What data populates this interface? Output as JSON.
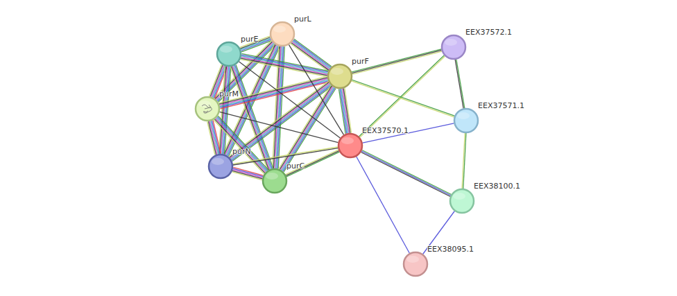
{
  "diagram": {
    "nodes": [
      {
        "text": [
          "purL"
        ]
      },
      {
        "text": [
          "purE"
        ]
      },
      {
        "text": [
          "EEX37572.1"
        ]
      },
      {
        "text": [
          "purF"
        ]
      },
      {
        "text": [
          "purM"
        ]
      },
      {
        "text": [
          "EEX37571.1"
        ]
      },
      {
        "text": [
          "EEX37570.1"
        ]
      },
      {
        "text": [
          "purN"
        ]
      },
      {
        "text": [
          "purC"
        ]
      },
      {
        "text": [
          "EEX38100.1"
        ]
      },
      {
        "text": [
          "EEX38095.1"
        ]
      }
    ],
    "edges": [
      {
        "from": 0,
        "to": 1,
        "arrow": "none"
      },
      {
        "from": 0,
        "to": 3,
        "arrow": "none"
      },
      {
        "from": 0,
        "to": 4,
        "arrow": "none"
      },
      {
        "from": 0,
        "to": 7,
        "arrow": "none"
      },
      {
        "from": 0,
        "to": 8,
        "arrow": "none"
      },
      {
        "from": 1,
        "to": 3,
        "arrow": "none"
      },
      {
        "from": 1,
        "to": 4,
        "arrow": "none"
      },
      {
        "from": 1,
        "to": 7,
        "arrow": "none"
      },
      {
        "from": 1,
        "to": 8,
        "arrow": "none"
      },
      {
        "from": 3,
        "to": 4,
        "arrow": "none"
      },
      {
        "from": 3,
        "to": 7,
        "arrow": "none"
      },
      {
        "from": 3,
        "to": 8,
        "arrow": "none"
      },
      {
        "from": 4,
        "to": 7,
        "arrow": "none"
      },
      {
        "from": 4,
        "to": 8,
        "arrow": "none"
      },
      {
        "from": 7,
        "to": 8,
        "arrow": "none"
      },
      {
        "from": 6,
        "to": 0,
        "arrow": "none"
      },
      {
        "from": 6,
        "to": 1,
        "arrow": "none"
      },
      {
        "from": 6,
        "to": 3,
        "arrow": "none"
      },
      {
        "from": 6,
        "to": 4,
        "arrow": "none"
      },
      {
        "from": 6,
        "to": 7,
        "arrow": "none"
      },
      {
        "from": 6,
        "to": 8,
        "arrow": "none"
      },
      {
        "from": 6,
        "to": 2,
        "arrow": "none"
      },
      {
        "from": 6,
        "to": 5,
        "arrow": "none"
      },
      {
        "from": 6,
        "to": 9,
        "arrow": "none"
      },
      {
        "from": 6,
        "to": 10,
        "arrow": "none"
      },
      {
        "from": 3,
        "to": 2,
        "arrow": "none"
      },
      {
        "from": 3,
        "to": 5,
        "arrow": "none"
      },
      {
        "from": 2,
        "to": 5,
        "arrow": "none"
      },
      {
        "from": 5,
        "to": 9,
        "arrow": "none"
      },
      {
        "from": 9,
        "to": 10,
        "arrow": "none"
      }
    ]
  }
}
